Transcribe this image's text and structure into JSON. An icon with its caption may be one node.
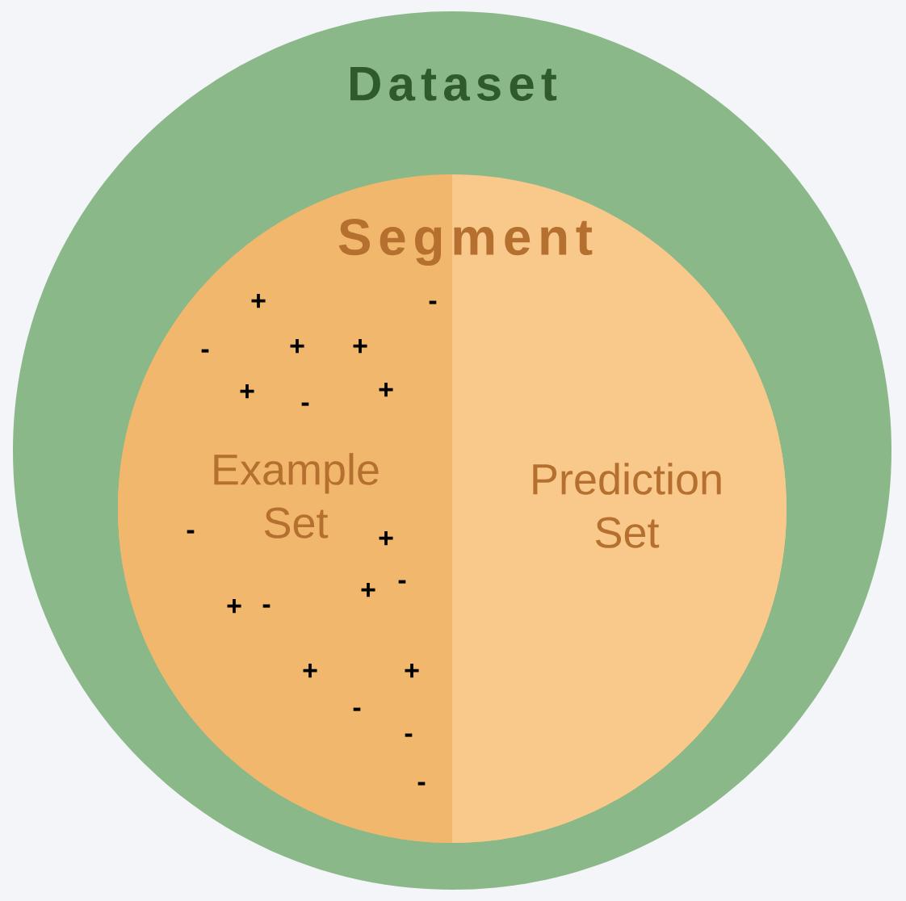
{
  "diagram": {
    "nodes": [
      {
        "text": [
          "Dataset"
        ]
      },
      {
        "text": [
          "Segment"
        ],
        "in": 0
      },
      {
        "text": [
          "Example Set"
        ],
        "in": 1
      },
      {
        "text": [
          "Prediction Set"
        ],
        "in": 1
      }
    ],
    "labels": [
      "+",
      "-",
      "-",
      "+",
      "+",
      "+",
      "-",
      "+",
      "-",
      "+",
      "-",
      "+",
      "+",
      "-",
      "+",
      "+",
      "-",
      "-",
      "-"
    ]
  }
}
